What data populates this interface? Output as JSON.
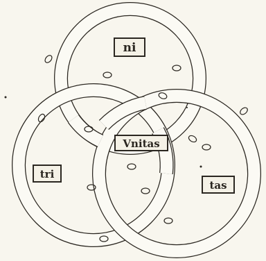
{
  "labels": {
    "top": "ni",
    "center": "Vnitas",
    "left": "tri",
    "right": "tas"
  },
  "colors": {
    "ink": "#2a2620",
    "band_fill": "#fbfaf4",
    "label_fill": "#f4f1e6",
    "paper": "#f8f6ee"
  }
}
